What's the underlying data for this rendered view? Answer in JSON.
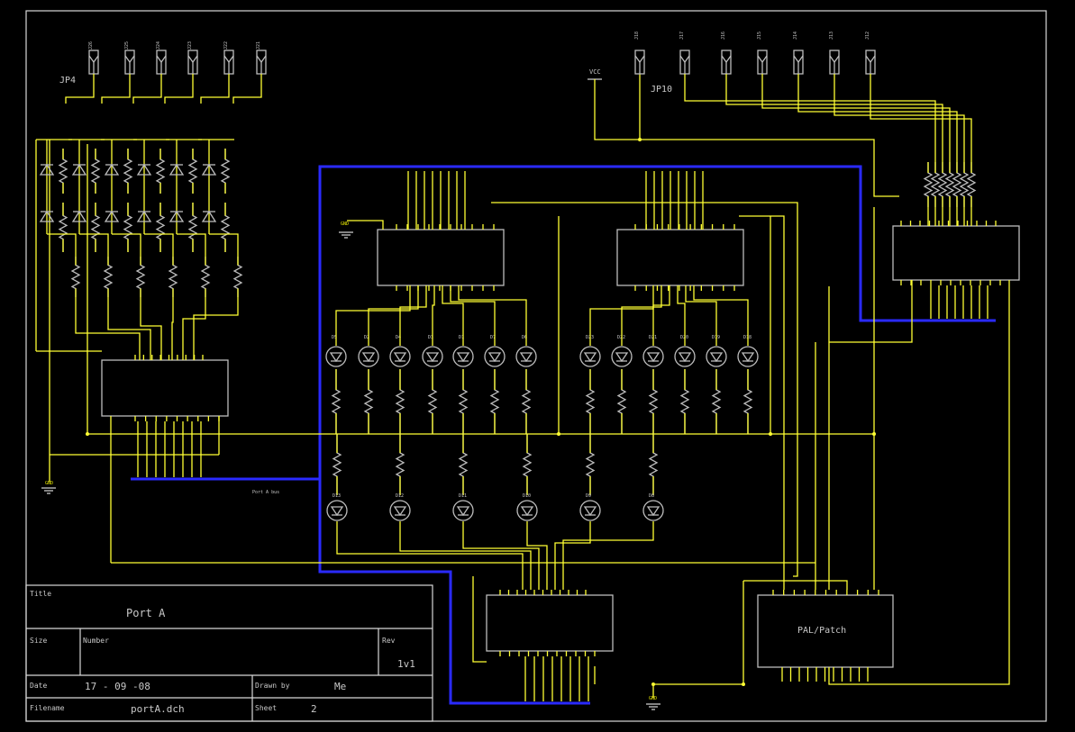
{
  "title_block": {
    "title_label": "Title",
    "title_value": "Port A",
    "size_label": "Size",
    "number_label": "Number",
    "rev_label": "Rev",
    "rev_value": "1v1",
    "date_label": "Date",
    "date_value": "17 - 09 -08",
    "drawn_by_label": "Drawn by",
    "drawn_by_value": "Me",
    "filename_label": "Filename",
    "filename_value": "portA.dch",
    "sheet_label": "Sheet",
    "sheet_value": "2"
  },
  "labels": {
    "jp4": "JP4",
    "jp10": "JP10",
    "vcc": "VCC",
    "gnd_left": "GND",
    "gnd_mid": "GND",
    "gnd_bottom": "GND",
    "bus_label": "Port A bus",
    "pal_patch": "PAL/Patch"
  },
  "jp4_connectors": [
    "J26",
    "J25",
    "J24",
    "J23",
    "J22",
    "J21"
  ],
  "jp10_connectors": [
    "J18",
    "J17",
    "J16",
    "J15",
    "J14",
    "J13",
    "J12"
  ],
  "upper_leds_left": [
    "D5",
    "D2",
    "D4",
    "D3",
    "D1",
    "D7",
    "D6"
  ],
  "upper_leds_right": [
    "D23",
    "D22",
    "D21",
    "D20",
    "D19",
    "D18"
  ],
  "lower_leds": [
    "D13",
    "D12",
    "D11",
    "D10",
    "D9",
    "D8"
  ],
  "colors": {
    "background": "#000000",
    "wire": "#ffff33",
    "bus": "#2a2aff",
    "component": "#bdbdbd",
    "frame": "#d8d8d8"
  }
}
